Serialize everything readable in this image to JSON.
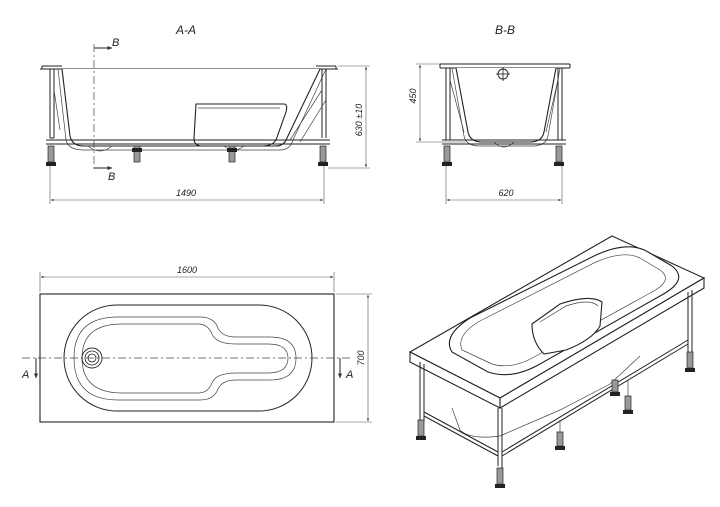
{
  "section_titles": {
    "aa": "A-A",
    "bb": "B-B"
  },
  "section_markers": {
    "b_top": "B",
    "b_bottom": "B",
    "a_left": "A",
    "a_right": "A"
  },
  "dimensions": {
    "frame_length": "1490",
    "height": "630 ±10",
    "depth": "450",
    "frame_width": "620",
    "tub_length": "1600",
    "tub_width": "700"
  }
}
